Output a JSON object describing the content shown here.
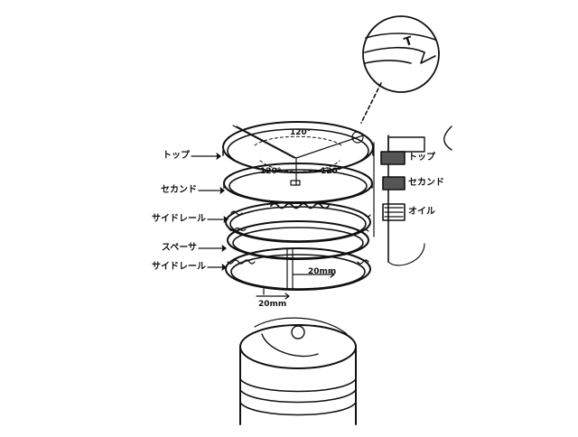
{
  "labels_left": {
    "top": "トップ",
    "second": "セカンド",
    "side_rail_upper": "サイドレール",
    "spacer": "スペーサ",
    "side_rail_lower": "サイドレール"
  },
  "labels_right": {
    "top": "トップ",
    "second": "セカンド",
    "oil": "オイル"
  },
  "angles": {
    "top": "120°",
    "left": "120°",
    "right": "120°"
  },
  "gap_offsets": {
    "upper": "20mm",
    "lower": "20mm"
  },
  "detail_mark": "T"
}
